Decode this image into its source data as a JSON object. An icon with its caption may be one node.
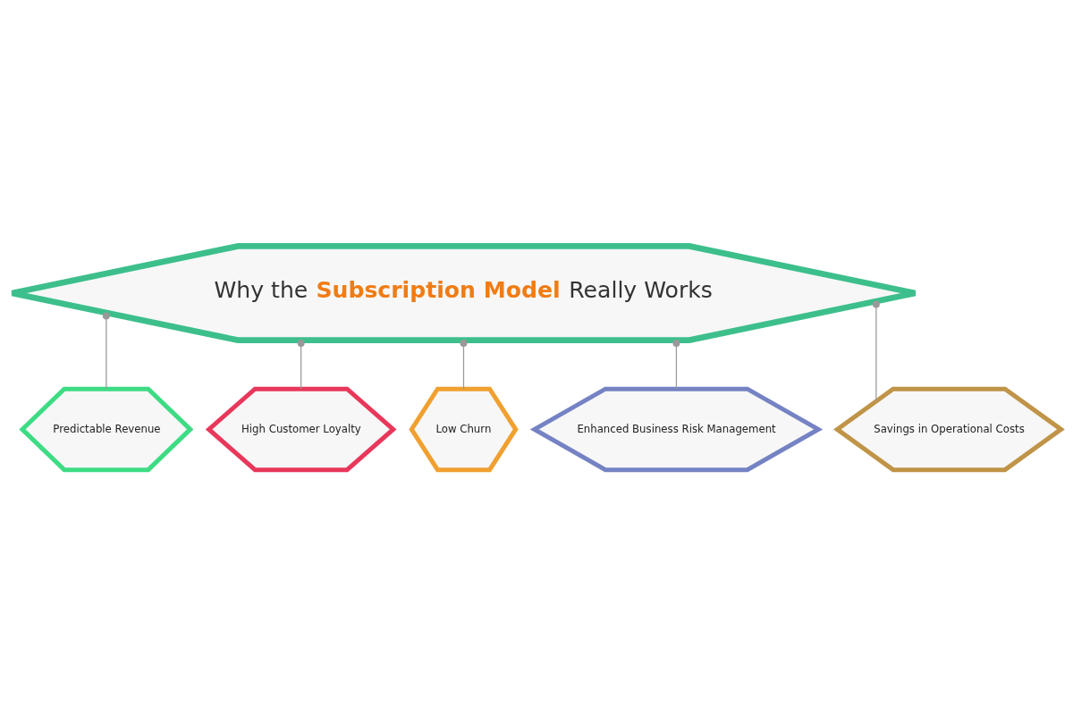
{
  "diagram": {
    "nodes": [
      {
        "text": [
          "Why the **Subscription Model** Really Works"
        ]
      },
      {
        "text": [
          "Predictable Revenue"
        ]
      },
      {
        "text": [
          "High Customer Loyalty"
        ]
      },
      {
        "text": [
          "Low Churn"
        ]
      },
      {
        "text": [
          "Enhanced Business Risk Management"
        ]
      },
      {
        "text": [
          "Savings in Operational Costs"
        ]
      }
    ],
    "edges": [
      {
        "from": 0,
        "to": 1,
        "arrow": "other"
      },
      {
        "from": 0,
        "to": 2,
        "arrow": "other"
      },
      {
        "from": 0,
        "to": 3,
        "arrow": "other"
      },
      {
        "from": 0,
        "to": 4,
        "arrow": "other"
      },
      {
        "from": 0,
        "to": 5,
        "arrow": "other"
      }
    ]
  }
}
